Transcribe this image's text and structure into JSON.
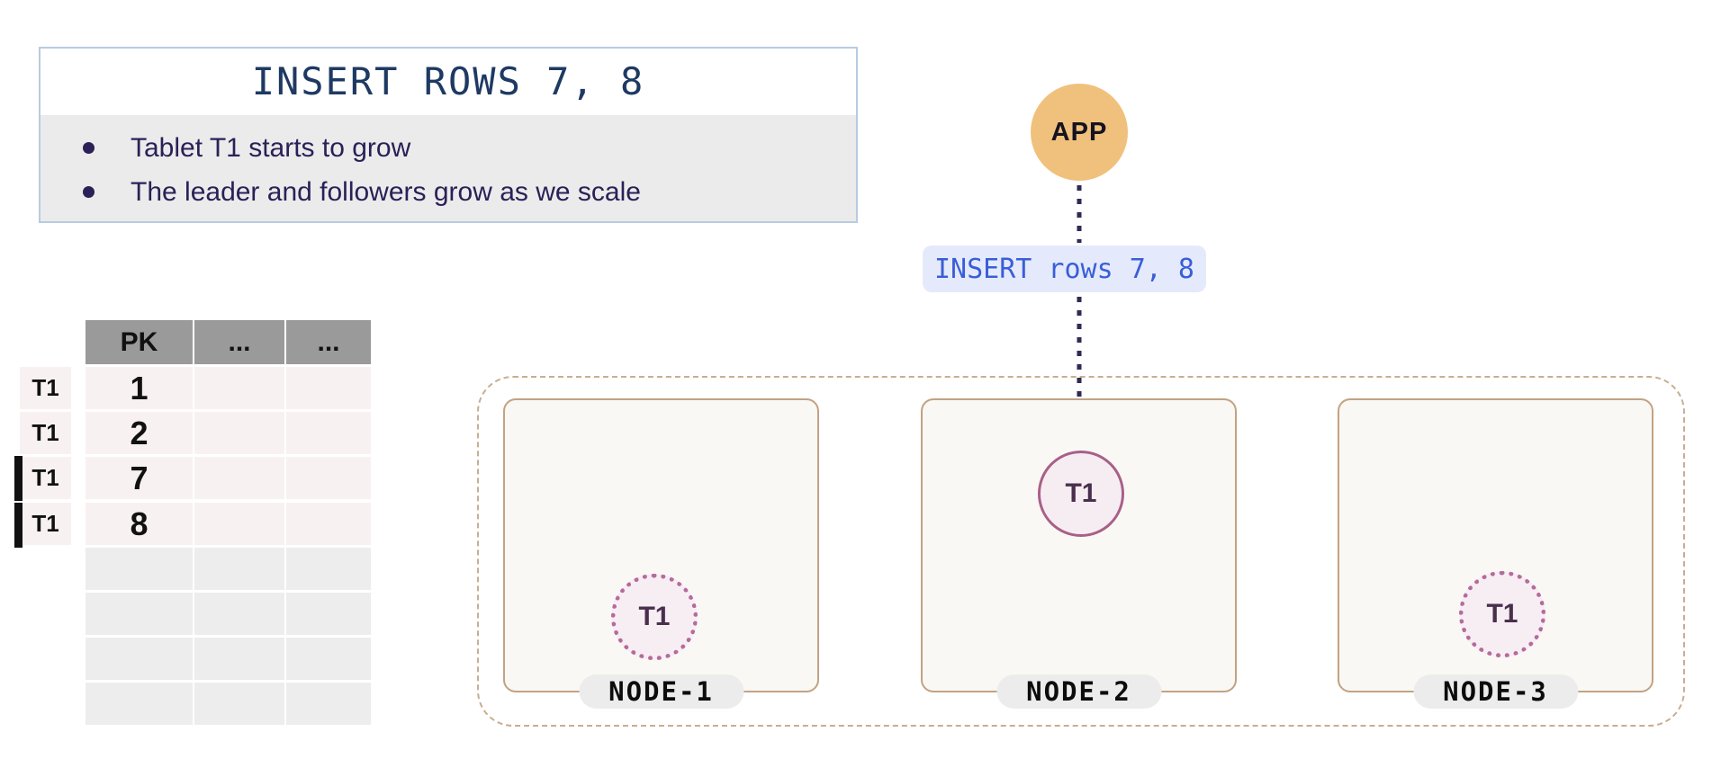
{
  "info_box": {
    "title": "INSERT ROWS 7, 8",
    "bullets": [
      "Tablet T1 starts to grow",
      "The leader and followers grow as we scale"
    ]
  },
  "app": {
    "label": "APP"
  },
  "query": {
    "label": "INSERT rows 7, 8"
  },
  "table": {
    "headers": [
      "PK",
      "...",
      "..."
    ],
    "rows": [
      {
        "tablet": "T1",
        "pk": "1",
        "new": false
      },
      {
        "tablet": "T1",
        "pk": "2",
        "new": false
      },
      {
        "tablet": "T1",
        "pk": "7",
        "new": true
      },
      {
        "tablet": "T1",
        "pk": "8",
        "new": true
      }
    ],
    "empty_row_count": 4
  },
  "cluster": {
    "nodes": [
      {
        "name": "NODE-1",
        "tablet": {
          "label": "T1",
          "role": "follower"
        }
      },
      {
        "name": "NODE-2",
        "tablet": {
          "label": "T1",
          "role": "leader"
        }
      },
      {
        "name": "NODE-3",
        "tablet": {
          "label": "T1",
          "role": "follower"
        }
      }
    ]
  },
  "colors": {
    "title-text": "#1e3a63",
    "box-border": "#b9cbe2",
    "bullets-bg": "#ebebeb",
    "bullet-text": "#2b2057",
    "header-gray": "#9a9a9a",
    "row-pink": "#f8f1f2",
    "row-empty": "#eeeded",
    "bar-black": "#111111",
    "app-fill": "#f0c17c",
    "arrow-navy": "#2e2a55",
    "query-bg": "#e4eafb",
    "query-text": "#3a5ed8",
    "cluster-border": "#c9ad91",
    "node-bg": "#faf8f4",
    "node-border": "#c2a283",
    "leader-border": "#a86087",
    "leader-fill": "#f6edf3",
    "follower-border": "#b56b9d",
    "follower-fill": "#f7eef4",
    "t1-text": "#4a2f4d",
    "pill-bg": "#ececec"
  }
}
